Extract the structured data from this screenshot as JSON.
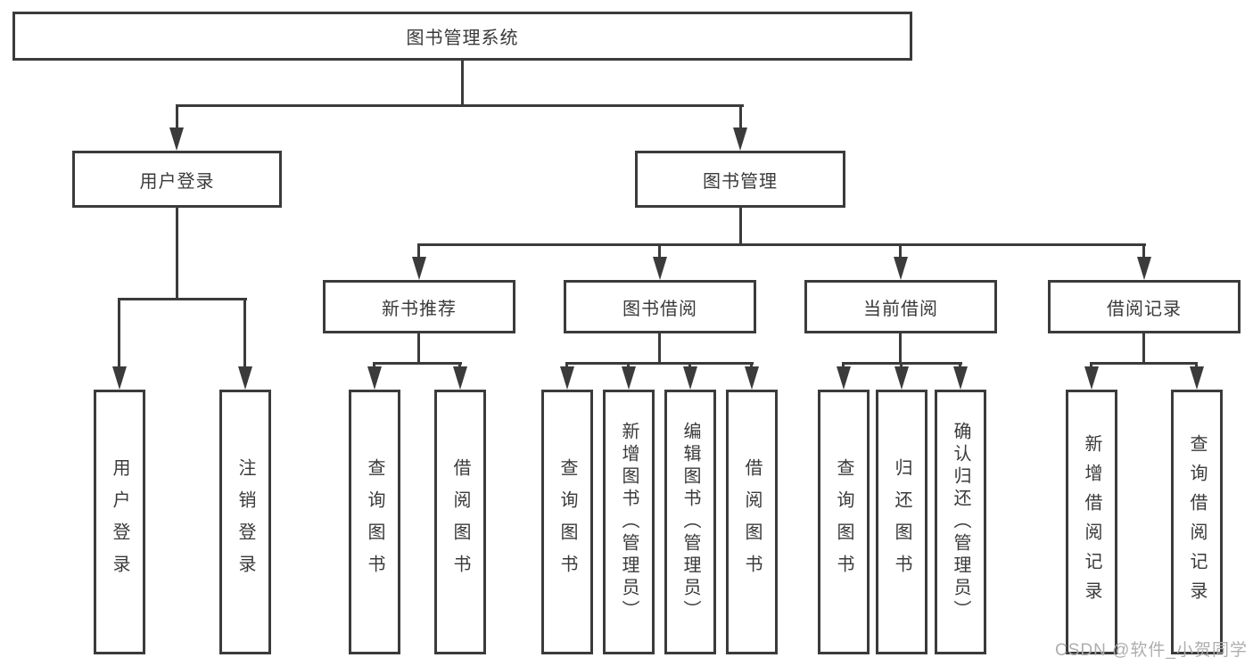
{
  "tree": {
    "label": "图书管理系统",
    "children": [
      {
        "label": "用户登录",
        "children": [
          {
            "label": "用户登录"
          },
          {
            "label": "注销登录"
          }
        ]
      },
      {
        "label": "图书管理",
        "children": [
          {
            "label": "新书推荐",
            "children": [
              {
                "label": "查询图书"
              },
              {
                "label": "借阅图书"
              }
            ]
          },
          {
            "label": "图书借阅",
            "children": [
              {
                "label": "查询图书"
              },
              {
                "label": "新增图书（管理员）"
              },
              {
                "label": "编辑图书（管理员）"
              },
              {
                "label": "借阅图书"
              }
            ]
          },
          {
            "label": "当前借阅",
            "children": [
              {
                "label": "查询图书"
              },
              {
                "label": "归还图书"
              },
              {
                "label": "确认归还（管理员）"
              }
            ]
          },
          {
            "label": "借阅记录",
            "children": [
              {
                "label": "新增借阅记录"
              },
              {
                "label": "查询借阅记录"
              }
            ]
          }
        ]
      }
    ]
  },
  "watermark": {
    "text": "CSDN @软件_小贺同学"
  },
  "colors": {
    "line": "#3b3b3b",
    "text": "#3a3a3a",
    "background": "#ffffff",
    "watermark": "#aeaeae"
  }
}
